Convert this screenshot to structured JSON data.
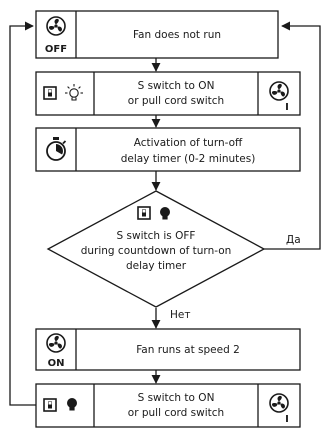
{
  "steps": {
    "fan_not_run": {
      "text": "Fan does not run",
      "icon": "fan-icon",
      "icon_label": "OFF"
    },
    "switch_on_1": {
      "line1": "S switch to ON",
      "line2": "or pull cord switch",
      "icons": [
        "switch-icon",
        "light-bulb-off-icon",
        "fan-speed-1-icon"
      ],
      "fan_label": "I"
    },
    "timer": {
      "line1": "Activation of turn-off",
      "line2": "delay timer (0-2 minutes)",
      "icon": "timer-icon"
    },
    "decision": {
      "line1": "S switch is OFF",
      "line2": "during countdown of turn-on",
      "line3": "delay timer",
      "icons": [
        "switch-icon",
        "light-bulb-on-icon"
      ]
    },
    "fan_speed2": {
      "text": "Fan runs at speed 2",
      "icon": "fan-icon",
      "icon_label": "ON"
    },
    "switch_on_2": {
      "line1": "S switch to ON",
      "line2": "or pull cord switch",
      "icons": [
        "switch-icon",
        "light-bulb-on-icon",
        "fan-speed-1-icon"
      ],
      "fan_label": "I"
    }
  },
  "edges": {
    "yes": "Да",
    "no": "Нет"
  },
  "colors": {
    "stroke": "#1a1a1a",
    "fill": "#ffffff"
  }
}
